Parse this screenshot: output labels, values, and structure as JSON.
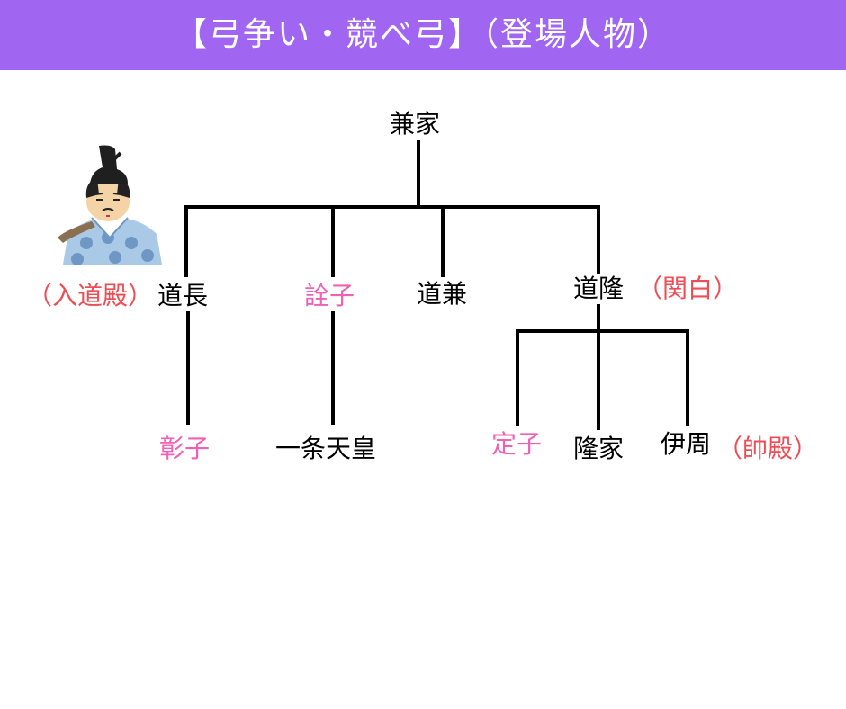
{
  "title": "【弓争い・競べ弓】（登場人物）",
  "colors": {
    "banner": "#a066f2",
    "pink": "#f060b4",
    "red": "#ee4d55",
    "line": "#000000"
  },
  "tree": {
    "root": "兼家",
    "gen2": {
      "michinaga": "道長",
      "akiko": "詮子",
      "michikane": "道兼",
      "michitaka": "道隆"
    },
    "gen3": {
      "shoshi": "彰子",
      "emperor": "一条天皇",
      "teishi": "定子",
      "takaie": "隆家",
      "korechika": "伊周"
    }
  },
  "titles": {
    "michinaga": "（入道殿）",
    "michitaka": "（関白）",
    "korechika": "（帥殿）"
  },
  "icons": {
    "portrait": "heian-noble-portrait-icon"
  }
}
